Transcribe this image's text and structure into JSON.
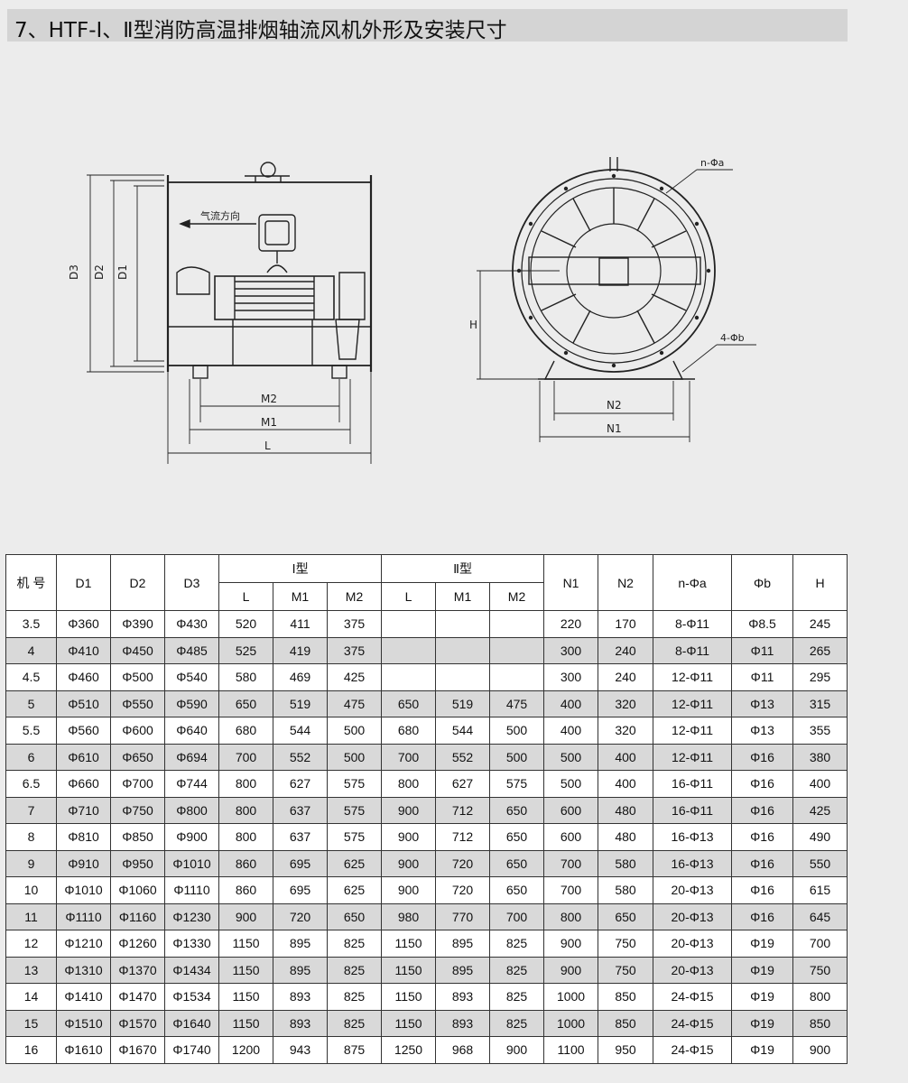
{
  "title": "7、HTF-Ⅰ、Ⅱ型消防高温排烟轴流风机外形及安装尺寸",
  "drawing": {
    "side_view": {
      "labels": {
        "d3": "D3",
        "d2": "D2",
        "d1": "D1",
        "airflow": "气流方向",
        "m2": "M2",
        "m1": "M1",
        "l": "L"
      }
    },
    "front_view": {
      "labels": {
        "holes_top": "n-Φa",
        "holes_base": "4-Φb",
        "n2": "N2",
        "n1": "N1",
        "h": "H"
      }
    }
  },
  "table": {
    "headers": {
      "model": "机 号",
      "d1": "D1",
      "d2": "D2",
      "d3": "D3",
      "type1": "Ⅰ型",
      "type2": "Ⅱ型",
      "l": "L",
      "m1": "M1",
      "m2": "M2",
      "n1": "N1",
      "n2": "N2",
      "na": "n-Φa",
      "pb": "Φb",
      "h": "H"
    },
    "rows": [
      [
        "3.5",
        "Φ360",
        "Φ390",
        "Φ430",
        "520",
        "411",
        "375",
        "",
        "",
        "",
        "220",
        "170",
        "8-Φ11",
        "Φ8.5",
        "245"
      ],
      [
        "4",
        "Φ410",
        "Φ450",
        "Φ485",
        "525",
        "419",
        "375",
        "",
        "",
        "",
        "300",
        "240",
        "8-Φ11",
        "Φ11",
        "265"
      ],
      [
        "4.5",
        "Φ460",
        "Φ500",
        "Φ540",
        "580",
        "469",
        "425",
        "",
        "",
        "",
        "300",
        "240",
        "12-Φ11",
        "Φ11",
        "295"
      ],
      [
        "5",
        "Φ510",
        "Φ550",
        "Φ590",
        "650",
        "519",
        "475",
        "650",
        "519",
        "475",
        "400",
        "320",
        "12-Φ11",
        "Φ13",
        "315"
      ],
      [
        "5.5",
        "Φ560",
        "Φ600",
        "Φ640",
        "680",
        "544",
        "500",
        "680",
        "544",
        "500",
        "400",
        "320",
        "12-Φ11",
        "Φ13",
        "355"
      ],
      [
        "6",
        "Φ610",
        "Φ650",
        "Φ694",
        "700",
        "552",
        "500",
        "700",
        "552",
        "500",
        "500",
        "400",
        "12-Φ11",
        "Φ16",
        "380"
      ],
      [
        "6.5",
        "Φ660",
        "Φ700",
        "Φ744",
        "800",
        "627",
        "575",
        "800",
        "627",
        "575",
        "500",
        "400",
        "16-Φ11",
        "Φ16",
        "400"
      ],
      [
        "7",
        "Φ710",
        "Φ750",
        "Φ800",
        "800",
        "637",
        "575",
        "900",
        "712",
        "650",
        "600",
        "480",
        "16-Φ11",
        "Φ16",
        "425"
      ],
      [
        "8",
        "Φ810",
        "Φ850",
        "Φ900",
        "800",
        "637",
        "575",
        "900",
        "712",
        "650",
        "600",
        "480",
        "16-Φ13",
        "Φ16",
        "490"
      ],
      [
        "9",
        "Φ910",
        "Φ950",
        "Φ1010",
        "860",
        "695",
        "625",
        "900",
        "720",
        "650",
        "700",
        "580",
        "16-Φ13",
        "Φ16",
        "550"
      ],
      [
        "10",
        "Φ1010",
        "Φ1060",
        "Φ1110",
        "860",
        "695",
        "625",
        "900",
        "720",
        "650",
        "700",
        "580",
        "20-Φ13",
        "Φ16",
        "615"
      ],
      [
        "11",
        "Φ1110",
        "Φ1160",
        "Φ1230",
        "900",
        "720",
        "650",
        "980",
        "770",
        "700",
        "800",
        "650",
        "20-Φ13",
        "Φ16",
        "645"
      ],
      [
        "12",
        "Φ1210",
        "Φ1260",
        "Φ1330",
        "1150",
        "895",
        "825",
        "1150",
        "895",
        "825",
        "900",
        "750",
        "20-Φ13",
        "Φ19",
        "700"
      ],
      [
        "13",
        "Φ1310",
        "Φ1370",
        "Φ1434",
        "1150",
        "895",
        "825",
        "1150",
        "895",
        "825",
        "900",
        "750",
        "20-Φ13",
        "Φ19",
        "750"
      ],
      [
        "14",
        "Φ1410",
        "Φ1470",
        "Φ1534",
        "1150",
        "893",
        "825",
        "1150",
        "893",
        "825",
        "1000",
        "850",
        "24-Φ15",
        "Φ19",
        "800"
      ],
      [
        "15",
        "Φ1510",
        "Φ1570",
        "Φ1640",
        "1150",
        "893",
        "825",
        "1150",
        "893",
        "825",
        "1000",
        "850",
        "24-Φ15",
        "Φ19",
        "850"
      ],
      [
        "16",
        "Φ1610",
        "Φ1670",
        "Φ1740",
        "1200",
        "943",
        "875",
        "1250",
        "968",
        "900",
        "1100",
        "950",
        "24-Φ15",
        "Φ19",
        "900"
      ]
    ]
  }
}
